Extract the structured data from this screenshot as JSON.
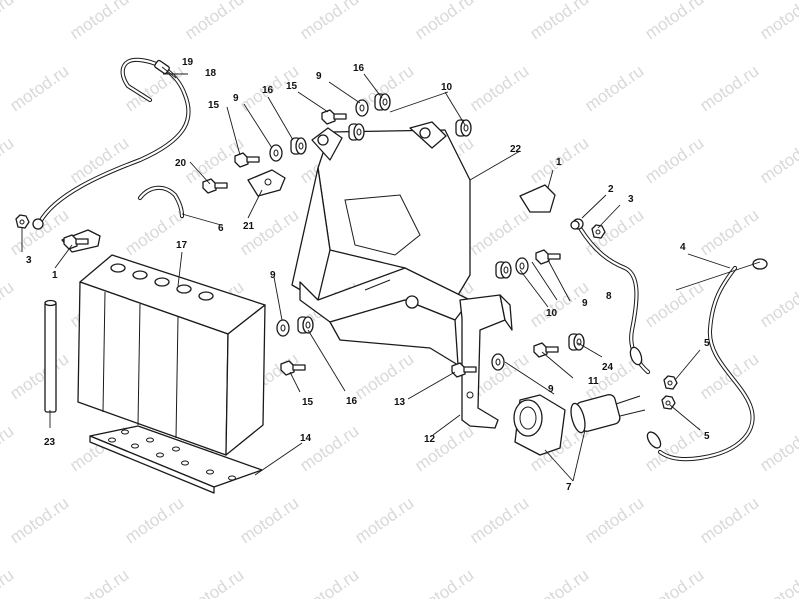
{
  "watermark": "motod.ru",
  "callouts": [
    "1",
    "2",
    "3",
    "4",
    "5",
    "6",
    "7",
    "8",
    "9",
    "10",
    "11",
    "12",
    "13",
    "14",
    "15",
    "16",
    "17",
    "18",
    "19",
    "20",
    "21",
    "22",
    "23",
    "24"
  ],
  "colors": {
    "line": "#1a1a1a",
    "watermark": "#d9d9d9",
    "background": "#ffffff"
  }
}
